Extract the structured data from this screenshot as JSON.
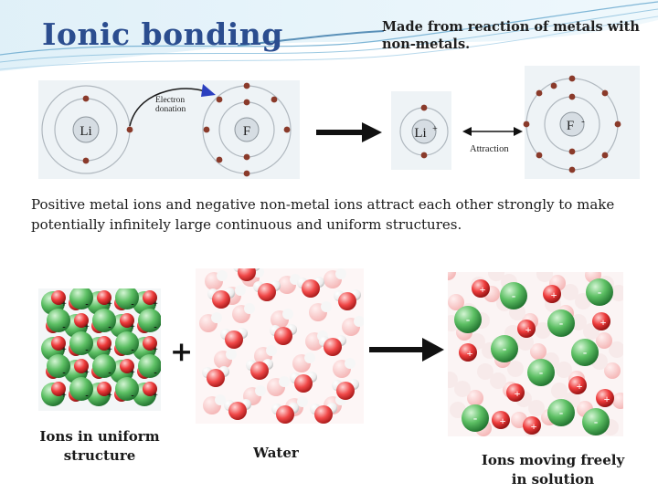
{
  "header": {
    "title": "Ionic bonding",
    "subtitle": "Made from reaction of metals with non-metals."
  },
  "atoms": {
    "li_label": "Li",
    "f_label": "F",
    "li_ion_label": "Li",
    "li_ion_charge": "+",
    "f_ion_label": "F",
    "f_ion_charge": "-",
    "donation_label": "Electron donation",
    "attraction_label": "Attraction"
  },
  "body_text": "Positive metal ions and negative non-metal ions attract each other strongly to make potentially infinitely large continuous and uniform structures.",
  "bottom": {
    "plus": "+",
    "left_caption": "Ions in uniform structure",
    "middle_caption": "Water",
    "right_caption": "Ions moving freely in solution",
    "positive_sign": "+",
    "negative_sign": "-"
  },
  "colors": {
    "title": "#2b4d8f",
    "electron": "#8a3a2a",
    "anion": "#4caf50",
    "cation": "#e53935",
    "oxygen": "#e84040",
    "hydrogen": "#f4f4f4"
  }
}
